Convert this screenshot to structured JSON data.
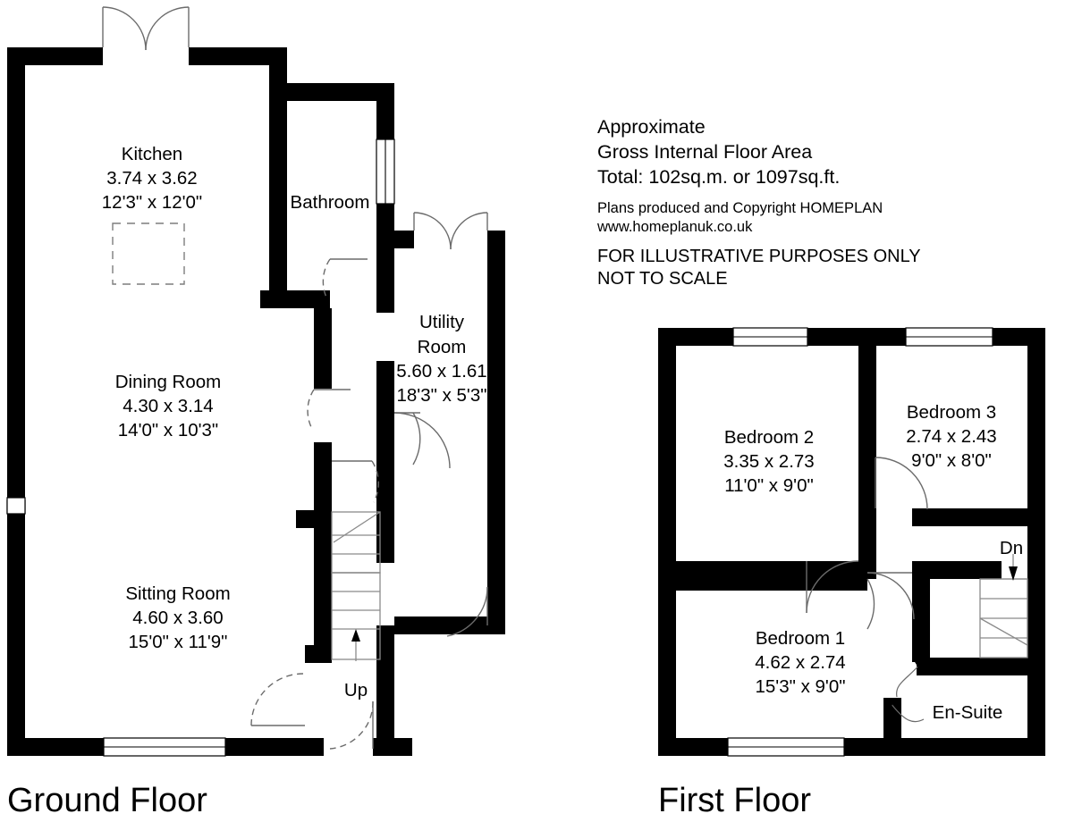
{
  "document": {
    "type": "residential-floor-plan",
    "sheet_background": "#ffffff",
    "ink_color": "#000000"
  },
  "notes": {
    "area_line_1": "Approximate",
    "area_line_2": "Gross Internal Floor Area",
    "area_line_3": "Total: 102sq.m. or 1097sq.ft.",
    "credit_line_1": "Plans produced and Copyright HOMEPLAN",
    "credit_line_2": "www.homeplanuk.co.uk",
    "disclaimer_line_1": "FOR ILLUSTRATIVE PURPOSES ONLY",
    "disclaimer_line_2": "NOT TO SCALE"
  },
  "floors": [
    {
      "id": "ground",
      "title": "Ground Floor",
      "rooms": [
        {
          "id": "kitchen",
          "name": "Kitchen",
          "dim_metric": "3.74 x 3.62",
          "dim_imperial": "12'3\" x 12'0\""
        },
        {
          "id": "bathroom",
          "name": "Bathroom",
          "dim_metric": "",
          "dim_imperial": ""
        },
        {
          "id": "dining-room",
          "name": "Dining Room",
          "dim_metric": "4.30 x 3.14",
          "dim_imperial": "14'0\" x 10'3\""
        },
        {
          "id": "utility-room",
          "name_line_1": "Utility",
          "name_line_2": "Room",
          "dim_metric": "5.60 x 1.61",
          "dim_imperial": "18'3\" x 5'3\""
        },
        {
          "id": "sitting-room",
          "name": "Sitting Room",
          "dim_metric": "4.60 x 3.60",
          "dim_imperial": "15'0\" x 11'9\""
        }
      ],
      "stair_label": "Up"
    },
    {
      "id": "first",
      "title": "First Floor",
      "rooms": [
        {
          "id": "bedroom-2",
          "name": "Bedroom 2",
          "dim_metric": "3.35 x 2.73",
          "dim_imperial": "11'0\" x 9'0\""
        },
        {
          "id": "bedroom-3",
          "name": "Bedroom 3",
          "dim_metric": "2.74 x 2.43",
          "dim_imperial": "9'0\" x 8'0\""
        },
        {
          "id": "bedroom-1",
          "name": "Bedroom 1",
          "dim_metric": "4.62 x 2.74",
          "dim_imperial": "15'3\" x 9'0\""
        },
        {
          "id": "en-suite",
          "name": "En-Suite",
          "dim_metric": "",
          "dim_imperial": ""
        }
      ],
      "stair_label": "Dn"
    }
  ]
}
